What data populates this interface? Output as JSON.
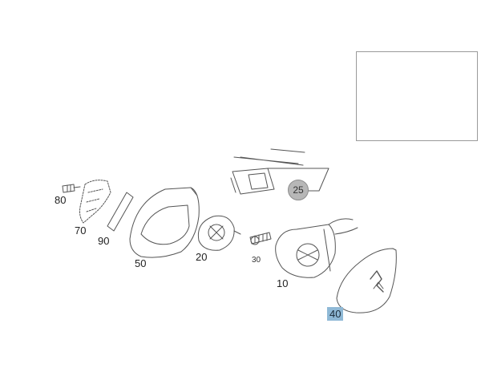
{
  "parts": {
    "p80": "80",
    "p70": "70",
    "p90": "90",
    "p50": "50",
    "p20": "20",
    "p10": "10",
    "p40": "40",
    "p25": "25",
    "p30": "30"
  },
  "colors": {
    "line": "#555555",
    "highlight": "#8fb9d6",
    "callout_circle": "#b7b7b7"
  },
  "icons": [
    "car-location-icon"
  ]
}
